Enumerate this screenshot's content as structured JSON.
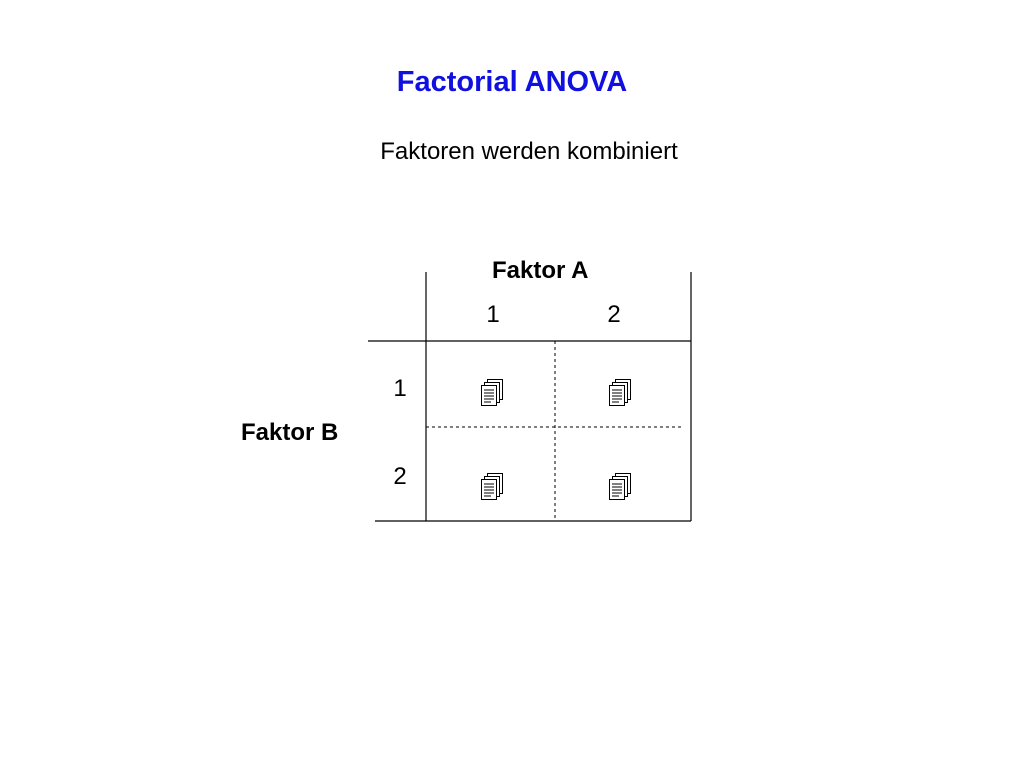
{
  "slide": {
    "title": "Factorial ANOVA",
    "subtitle": "Faktoren werden kombiniert"
  },
  "colors": {
    "title": "#1010e0",
    "text": "#000000",
    "lines": "#000000"
  },
  "factor_a": {
    "label": "Faktor A",
    "levels": [
      "1",
      "2"
    ]
  },
  "factor_b": {
    "label": "Faktor B",
    "levels": [
      "1",
      "2"
    ]
  },
  "cells": {
    "icon": "document-stack-icon"
  }
}
